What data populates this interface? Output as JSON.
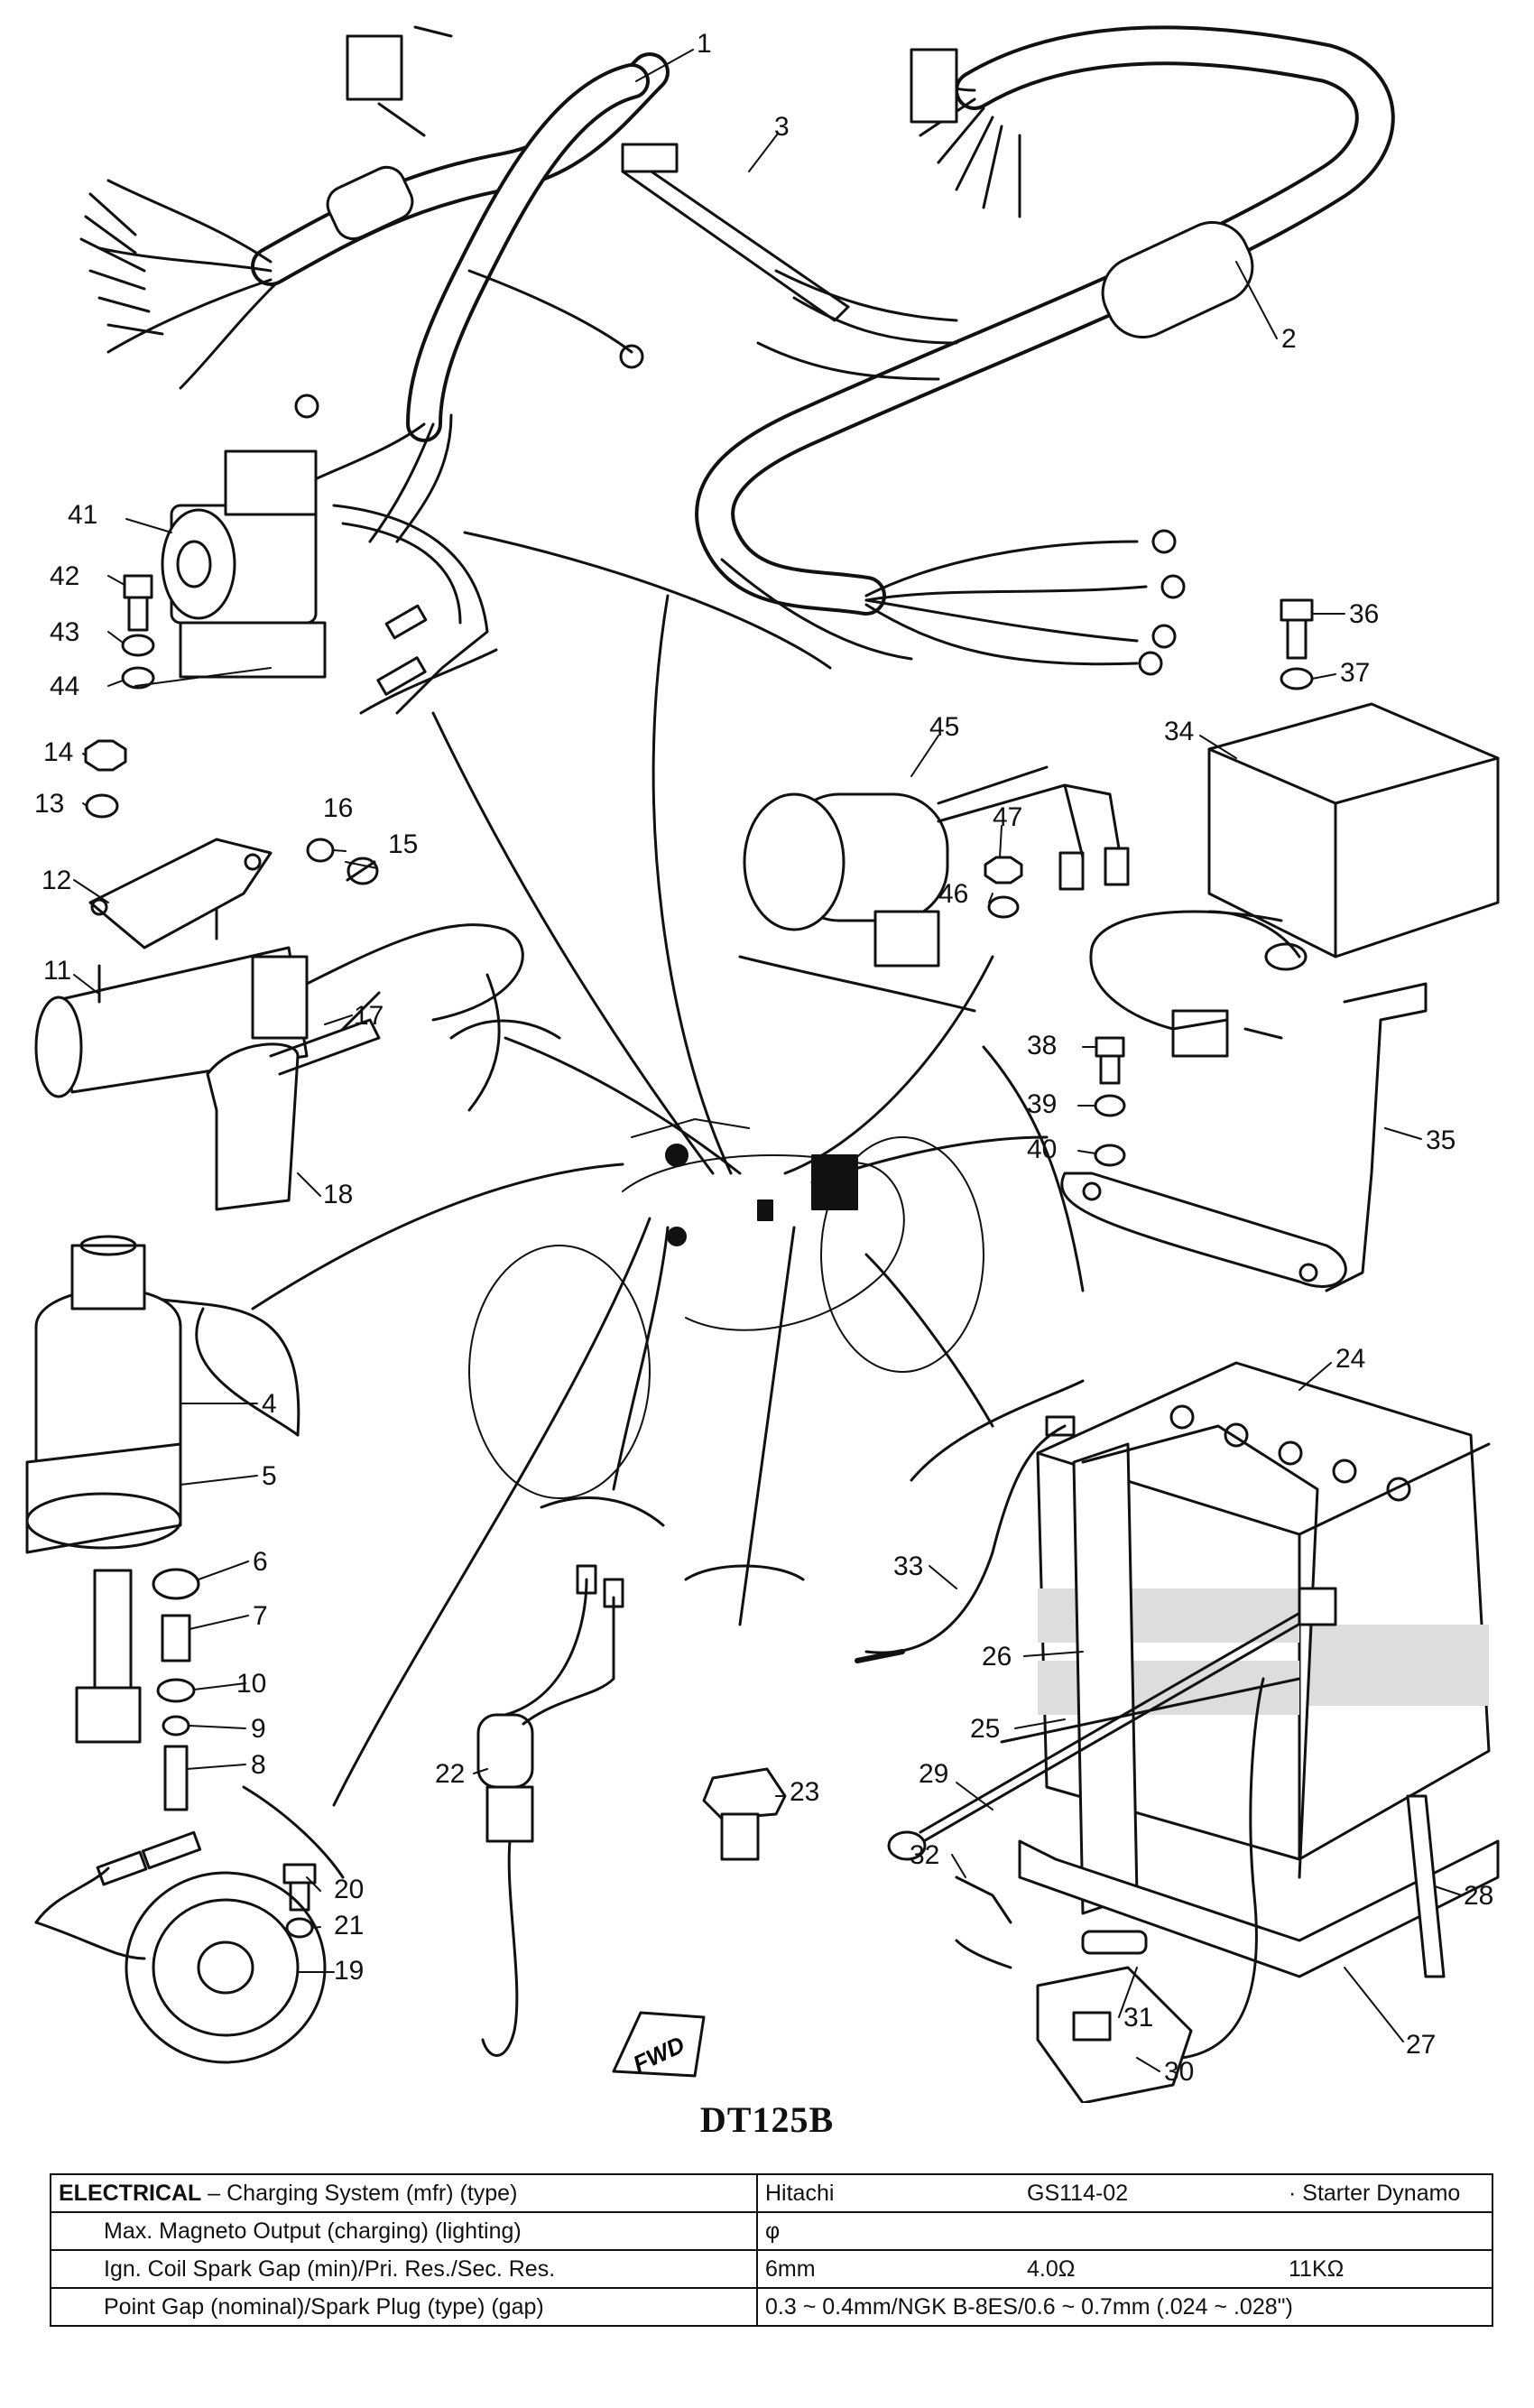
{
  "model": "DT125B",
  "callouts": [
    "1",
    "2",
    "3",
    "4",
    "5",
    "6",
    "7",
    "8",
    "9",
    "10",
    "11",
    "12",
    "13",
    "14",
    "15",
    "16",
    "17",
    "18",
    "19",
    "20",
    "21",
    "22",
    "23",
    "24",
    "25",
    "26",
    "27",
    "28",
    "29",
    "30",
    "31",
    "32",
    "33",
    "34",
    "35",
    "36",
    "37",
    "38",
    "39",
    "40",
    "41",
    "42",
    "43",
    "44",
    "45",
    "46",
    "47"
  ],
  "fwd_label": "FWD",
  "spec": {
    "row1": {
      "category": "ELECTRICAL",
      "label": " – Charging System (mfr) (type)",
      "v1": "Hitachi",
      "v2": "GS114-02",
      "v3": "· Starter Dynamo"
    },
    "row2": {
      "label": "Max. Magneto Output (charging) (lighting)",
      "v1": "φ",
      "v2": "",
      "v3": ""
    },
    "row3": {
      "label": "Ign. Coil Spark Gap (min)/Pri. Res./Sec. Res.",
      "v1": "6mm",
      "v2": "4.0Ω",
      "v3": "11KΩ"
    },
    "row4": {
      "label": "Point Gap (nominal)/Spark Plug (type) (gap)",
      "v1": "0.3 ~ 0.4mm/NGK B-8ES/0.6 ~ 0.7mm (.024 ~ .028\")"
    }
  }
}
